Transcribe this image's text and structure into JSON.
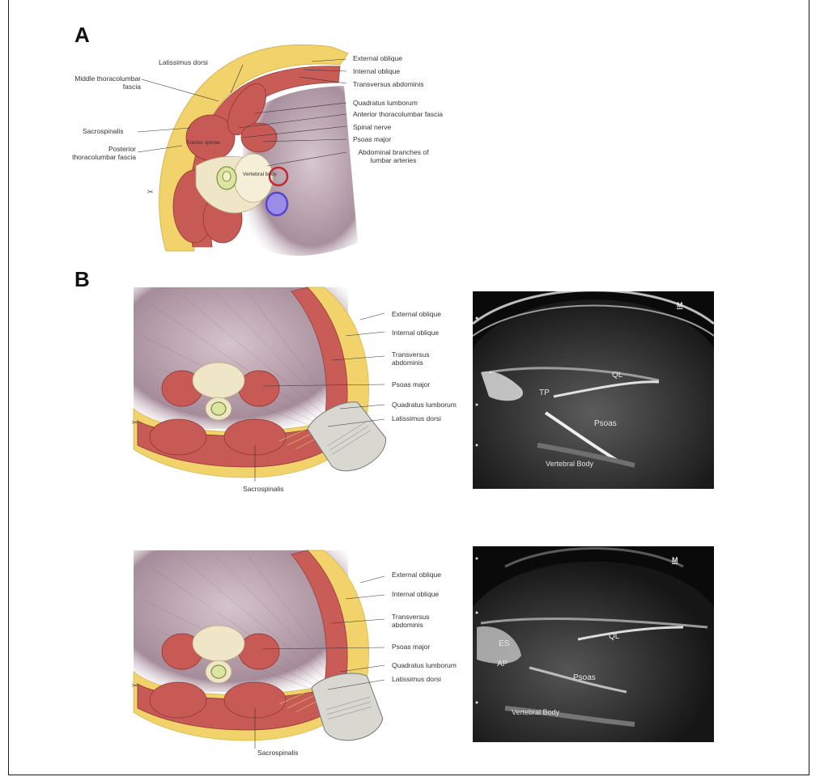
{
  "figure": {
    "panel_a": {
      "letter": "A",
      "labels_left": [
        "Middle thoracolumbar fascia",
        "Sacrospinalis",
        "Posterior thoracolumbar fascia"
      ],
      "label_latissimus": "Latissimus dorsi",
      "labels_right": [
        "External oblique",
        "Internal oblique",
        "Transversus abdominis",
        "Quadratus lumborum",
        "Anterior thoracolumbar fascia",
        "Spinal nerve",
        "Psoas major",
        "Abdominal branches of lumbar arteries"
      ],
      "tiny": {
        "erector": "Erector spinae",
        "vertebral": "Vertebral body"
      }
    },
    "panel_b": {
      "letter": "B",
      "top": {
        "labels_right": [
          "External oblique",
          "Internal oblique",
          "Transversus abdominis",
          "Psoas major",
          "Quadratus lumborum",
          "Latissimus dorsi"
        ],
        "label_bottom": "Sacrospinalis",
        "us_labels": {
          "tp": "TP",
          "ql": "QL",
          "psoas": "Psoas",
          "vb": "Vertebral Body",
          "marker": "M"
        }
      },
      "bottom": {
        "labels_right": [
          "External oblique",
          "Internal oblique",
          "Transversus abdominis",
          "Psoas major",
          "Quadratus lumborum",
          "Latissimus dorsi"
        ],
        "label_bottom": "Sacrospinalis",
        "us_labels": {
          "es": "ES",
          "ap": "AP",
          "ql": "QL",
          "psoas": "Psoas",
          "vb": "Vertebral Body",
          "marker": "M"
        }
      }
    },
    "colors": {
      "muscle": "#c0504d",
      "fat": "#f2d36b",
      "bone": "#efe6c8",
      "cavity": "#b49aa8",
      "artery": "#c0282e",
      "vein": "#6a55d6"
    }
  }
}
